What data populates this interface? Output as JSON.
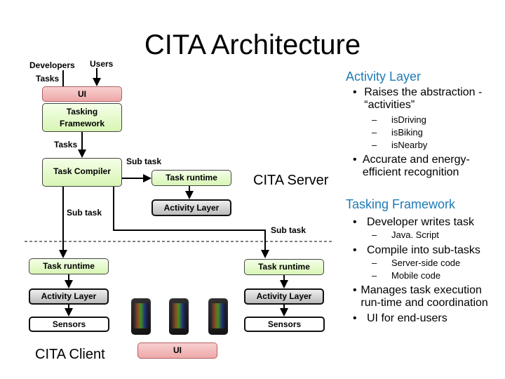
{
  "title": "CITA Architecture",
  "diagram": {
    "developers": "Developers",
    "users": "Users",
    "tasks_top": "Tasks",
    "ui_top": "UI",
    "tasking_framework": "Tasking Framework",
    "tasks_mid": "Tasks",
    "task_compiler": "Task Compiler",
    "subtask_1": "Sub task",
    "subtask_2": "Sub task",
    "subtask_3": "Sub task",
    "server_task_runtime": "Task runtime",
    "server_activity_layer": "Activity Layer",
    "cita_server": "CITA Server",
    "client_task_runtime": "Task runtime",
    "client_activity_layer": "Activity Layer",
    "client_sensors": "Sensors",
    "right_task_runtime": "Task runtime",
    "right_activity_layer": "Activity Layer",
    "right_sensors": "Sensors",
    "cita_client": "CITA Client",
    "ui_bottom": "UI"
  },
  "notes": {
    "activity_layer": {
      "heading": "Activity Layer",
      "bullet1": "Raises the abstraction - “activities”",
      "sub": [
        "isDriving",
        "isBiking",
        "isNearby"
      ],
      "bullet2": "Accurate and energy-efficient recognition"
    },
    "tasking_framework": {
      "heading": "Tasking Framework",
      "bullet1": "Developer writes task",
      "sub1": [
        "Java. Script"
      ],
      "bullet2": "Compile into sub-tasks",
      "sub2": [
        "Server-side code",
        "Mobile code"
      ],
      "bullet3": "Manages task execution run-time and coordination",
      "bullet4": "UI for end-users"
    }
  },
  "colors": {
    "heading": "#1f7bb5",
    "ui_box": "#f2bcbc",
    "green_box": "#e4f8cc",
    "activity_box": "#c8c8c8"
  }
}
